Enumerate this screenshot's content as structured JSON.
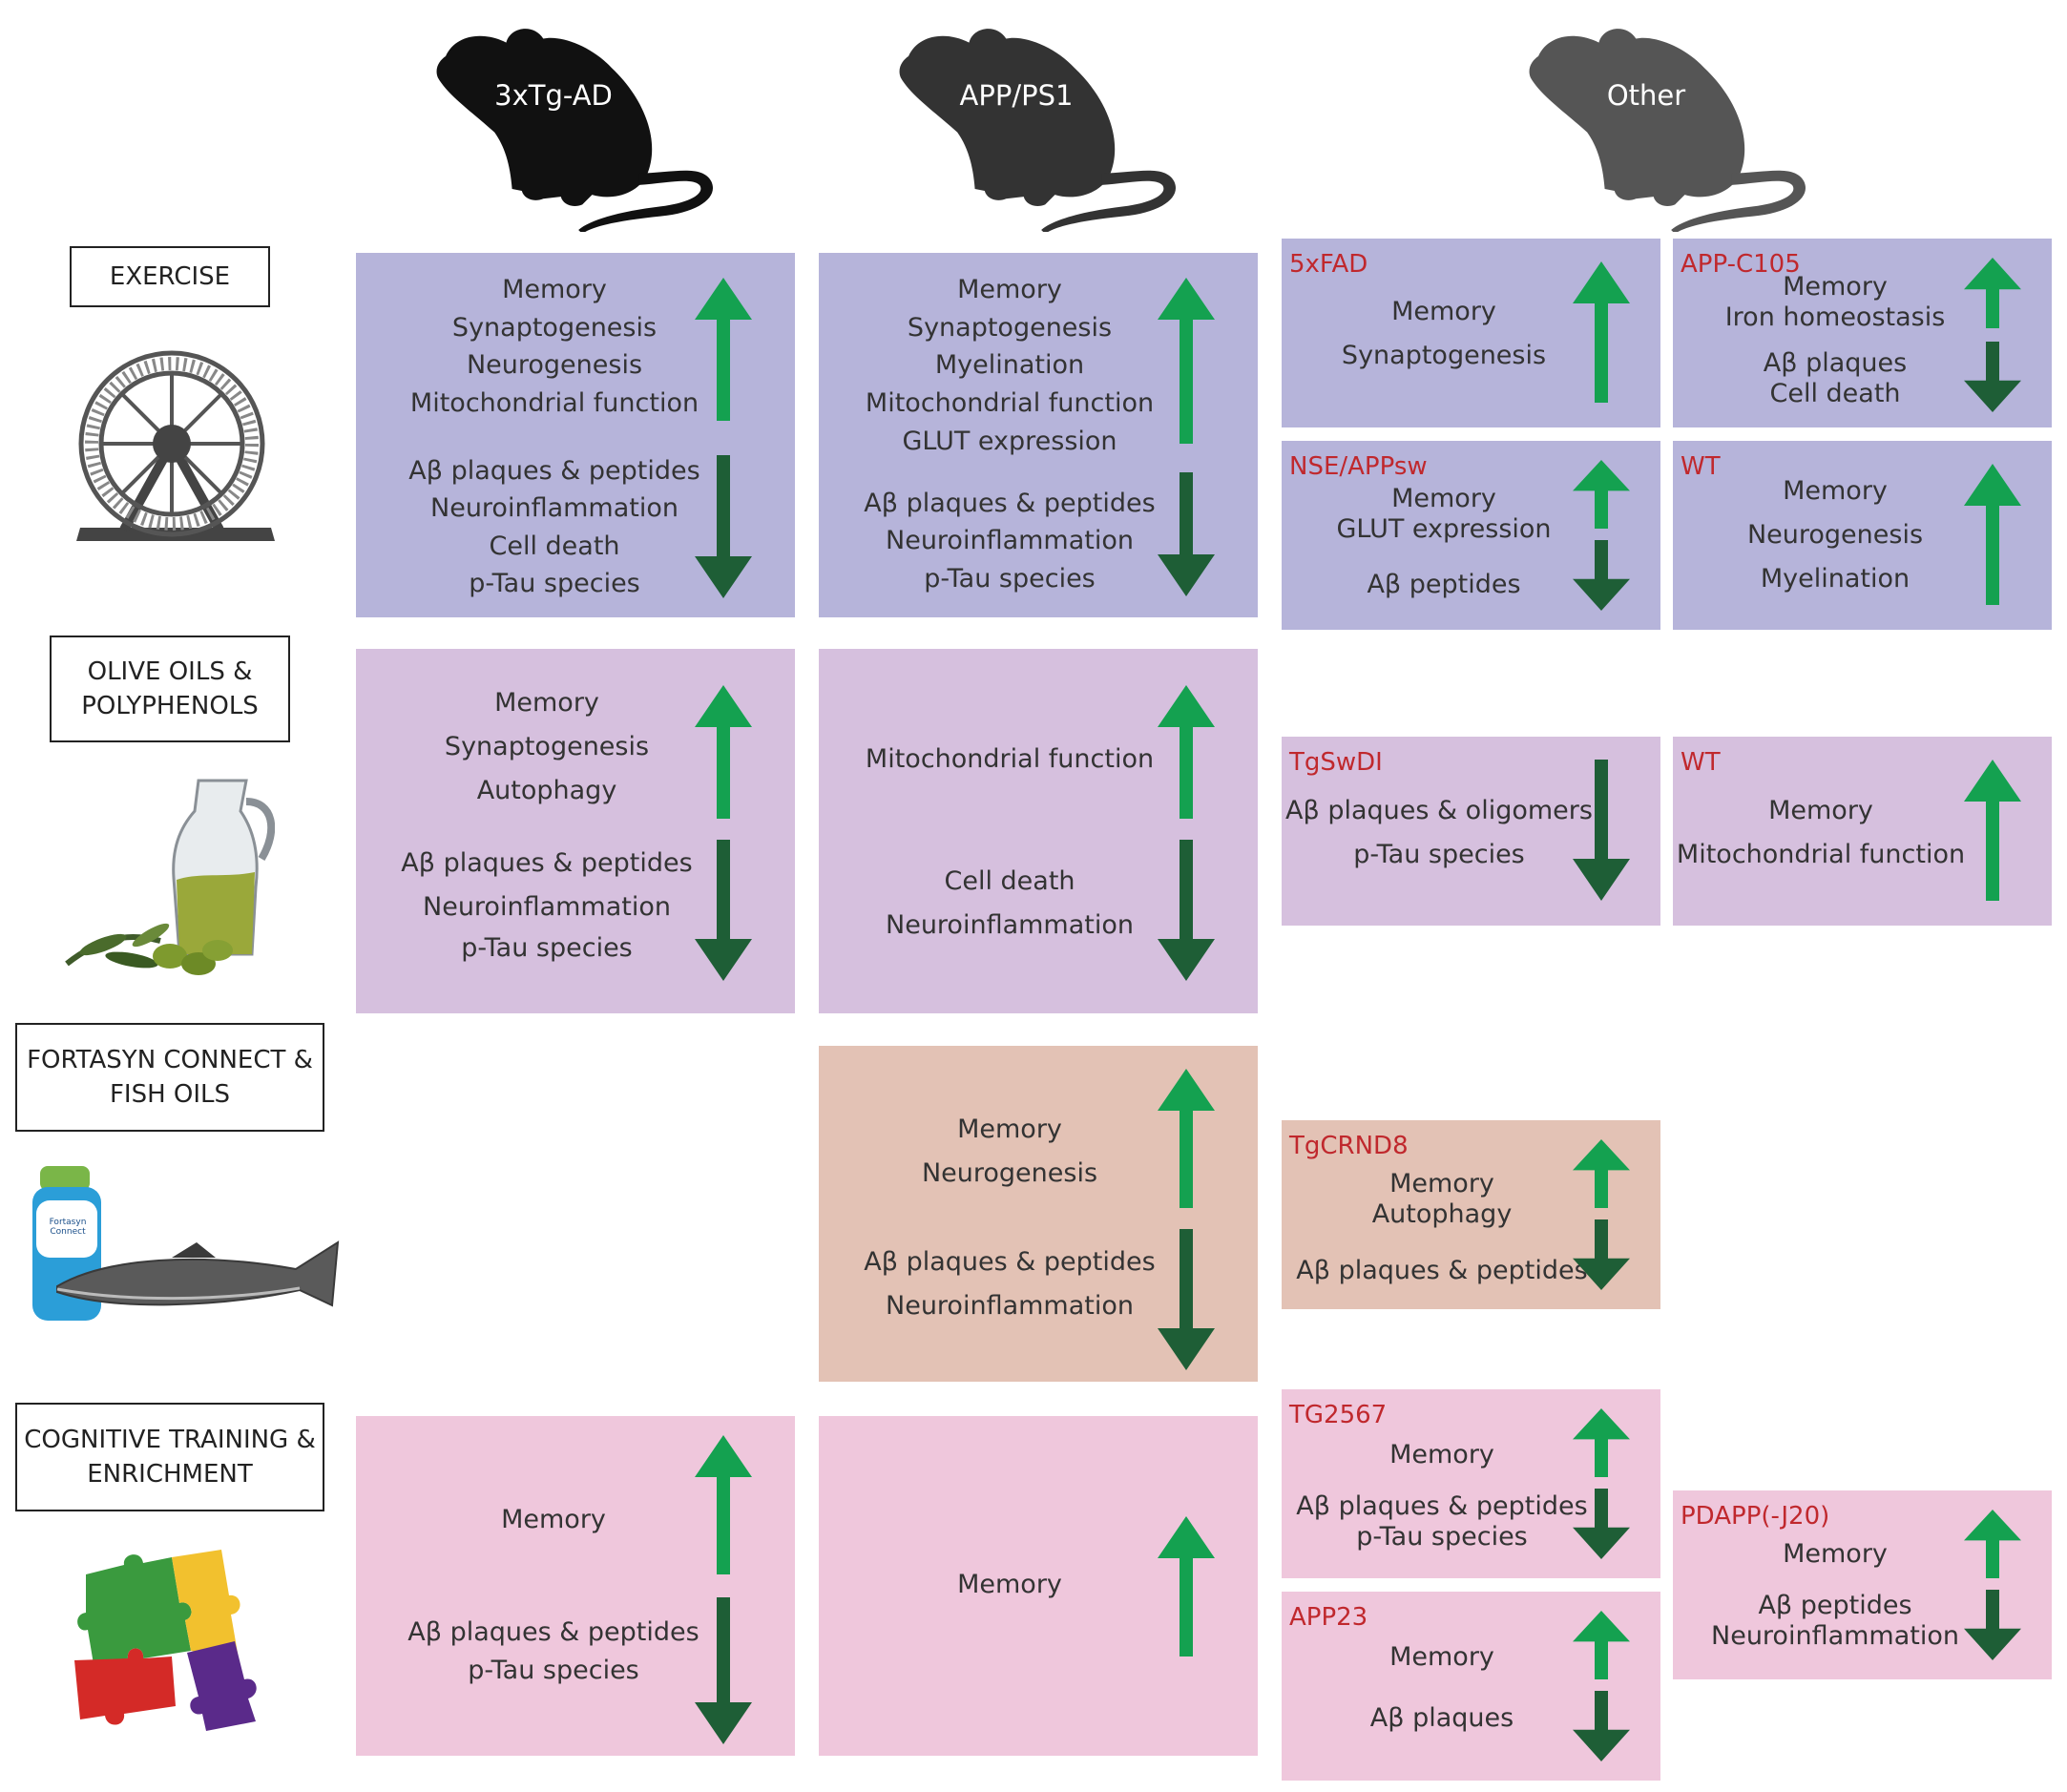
{
  "models": [
    "3xTg-AD",
    "APP/PS1",
    "Other"
  ],
  "interventions": [
    {
      "lines": [
        "EXERCISE"
      ],
      "icon": "hamster-wheel-icon"
    },
    {
      "lines": [
        "OLIVE OILS &",
        "POLYPHENOLS"
      ],
      "icon": "olive-oil-jug-icon"
    },
    {
      "lines": [
        "FORTASYN CONNECT &",
        "FISH OILS"
      ],
      "icon": "fortasyn-bottle-fish-icon"
    },
    {
      "lines": [
        "COGNITIVE TRAINING &",
        "ENRICHMENT"
      ],
      "icon": "puzzle-pieces-icon"
    }
  ],
  "fortasyn_bottle_text": "Fortasyn Connect",
  "colors": {
    "exercise": "#b6b4da",
    "olive": "#d6c0de",
    "fortasyn": "#e3c2b5",
    "cognitive": "#efc7dc",
    "arrow_up": "#14a150",
    "arrow_down": "#1e5e36",
    "strain_label": "#c0282d"
  },
  "boxes": {
    "ex_3xtg": {
      "up": [
        "Memory",
        "Synaptogenesis",
        "Neurogenesis",
        "Mitochondrial function"
      ],
      "down": [
        "Aβ plaques & peptides",
        "Neuroinflammation",
        "Cell death",
        "p-Tau species"
      ]
    },
    "ex_apppsi": {
      "up": [
        "Memory",
        "Synaptogenesis",
        "Myelination",
        "Mitochondrial function",
        "GLUT expression"
      ],
      "down": [
        "Aβ plaques & peptides",
        "Neuroinflammation",
        "p-Tau species"
      ]
    },
    "ex_5xfad": {
      "strain": "5xFAD",
      "up": [
        "Memory",
        "Synaptogenesis"
      ],
      "down": []
    },
    "ex_appc105": {
      "strain": "APP-C105",
      "up": [
        "Memory",
        "Iron homeostasis"
      ],
      "down": [
        "Aβ plaques",
        "Cell death"
      ]
    },
    "ex_nse": {
      "strain": "NSE/APPsw",
      "up": [
        "Memory",
        "GLUT expression"
      ],
      "down": [
        "Aβ peptides"
      ]
    },
    "ex_wt": {
      "strain": "WT",
      "up": [
        "Memory",
        "Neurogenesis",
        "Myelination"
      ],
      "down": []
    },
    "ol_3xtg": {
      "up": [
        "Memory",
        "Synaptogenesis",
        "Autophagy"
      ],
      "down": [
        "Aβ plaques & peptides",
        "Neuroinflammation",
        "p-Tau species"
      ]
    },
    "ol_apppsi": {
      "up": [
        "Mitochondrial function"
      ],
      "down": [
        "Cell death",
        "Neuroinflammation"
      ]
    },
    "ol_tgswdi": {
      "strain": "TgSwDI",
      "up": [],
      "down": [
        "Aβ plaques & oligomers",
        "p-Tau species"
      ]
    },
    "ol_wt": {
      "strain": "WT",
      "up": [
        "Memory",
        "Mitochondrial function"
      ],
      "down": []
    },
    "fo_apppsi": {
      "up": [
        "Memory",
        "Neurogenesis"
      ],
      "down": [
        "Aβ plaques & peptides",
        "Neuroinflammation"
      ]
    },
    "fo_tgcrnd8": {
      "strain": "TgCRND8",
      "up": [
        "Memory",
        "Autophagy"
      ],
      "down": [
        "Aβ plaques & peptides"
      ]
    },
    "cg_3xtg": {
      "up": [
        "Memory"
      ],
      "down": [
        "Aβ plaques & peptides",
        "p-Tau species"
      ]
    },
    "cg_apppsi": {
      "up": [
        "Memory"
      ],
      "down": []
    },
    "cg_tg2567": {
      "strain": "TG2567",
      "up": [
        "Memory"
      ],
      "down": [
        "Aβ plaques & peptides",
        "p-Tau species"
      ]
    },
    "cg_app23": {
      "strain": "APP23",
      "up": [
        "Memory"
      ],
      "down": [
        "Aβ plaques"
      ]
    },
    "cg_pdapp": {
      "strain": "PDAPP(-J20)",
      "up": [
        "Memory"
      ],
      "down": [
        "Aβ peptides",
        "Neuroinflammation"
      ]
    }
  }
}
